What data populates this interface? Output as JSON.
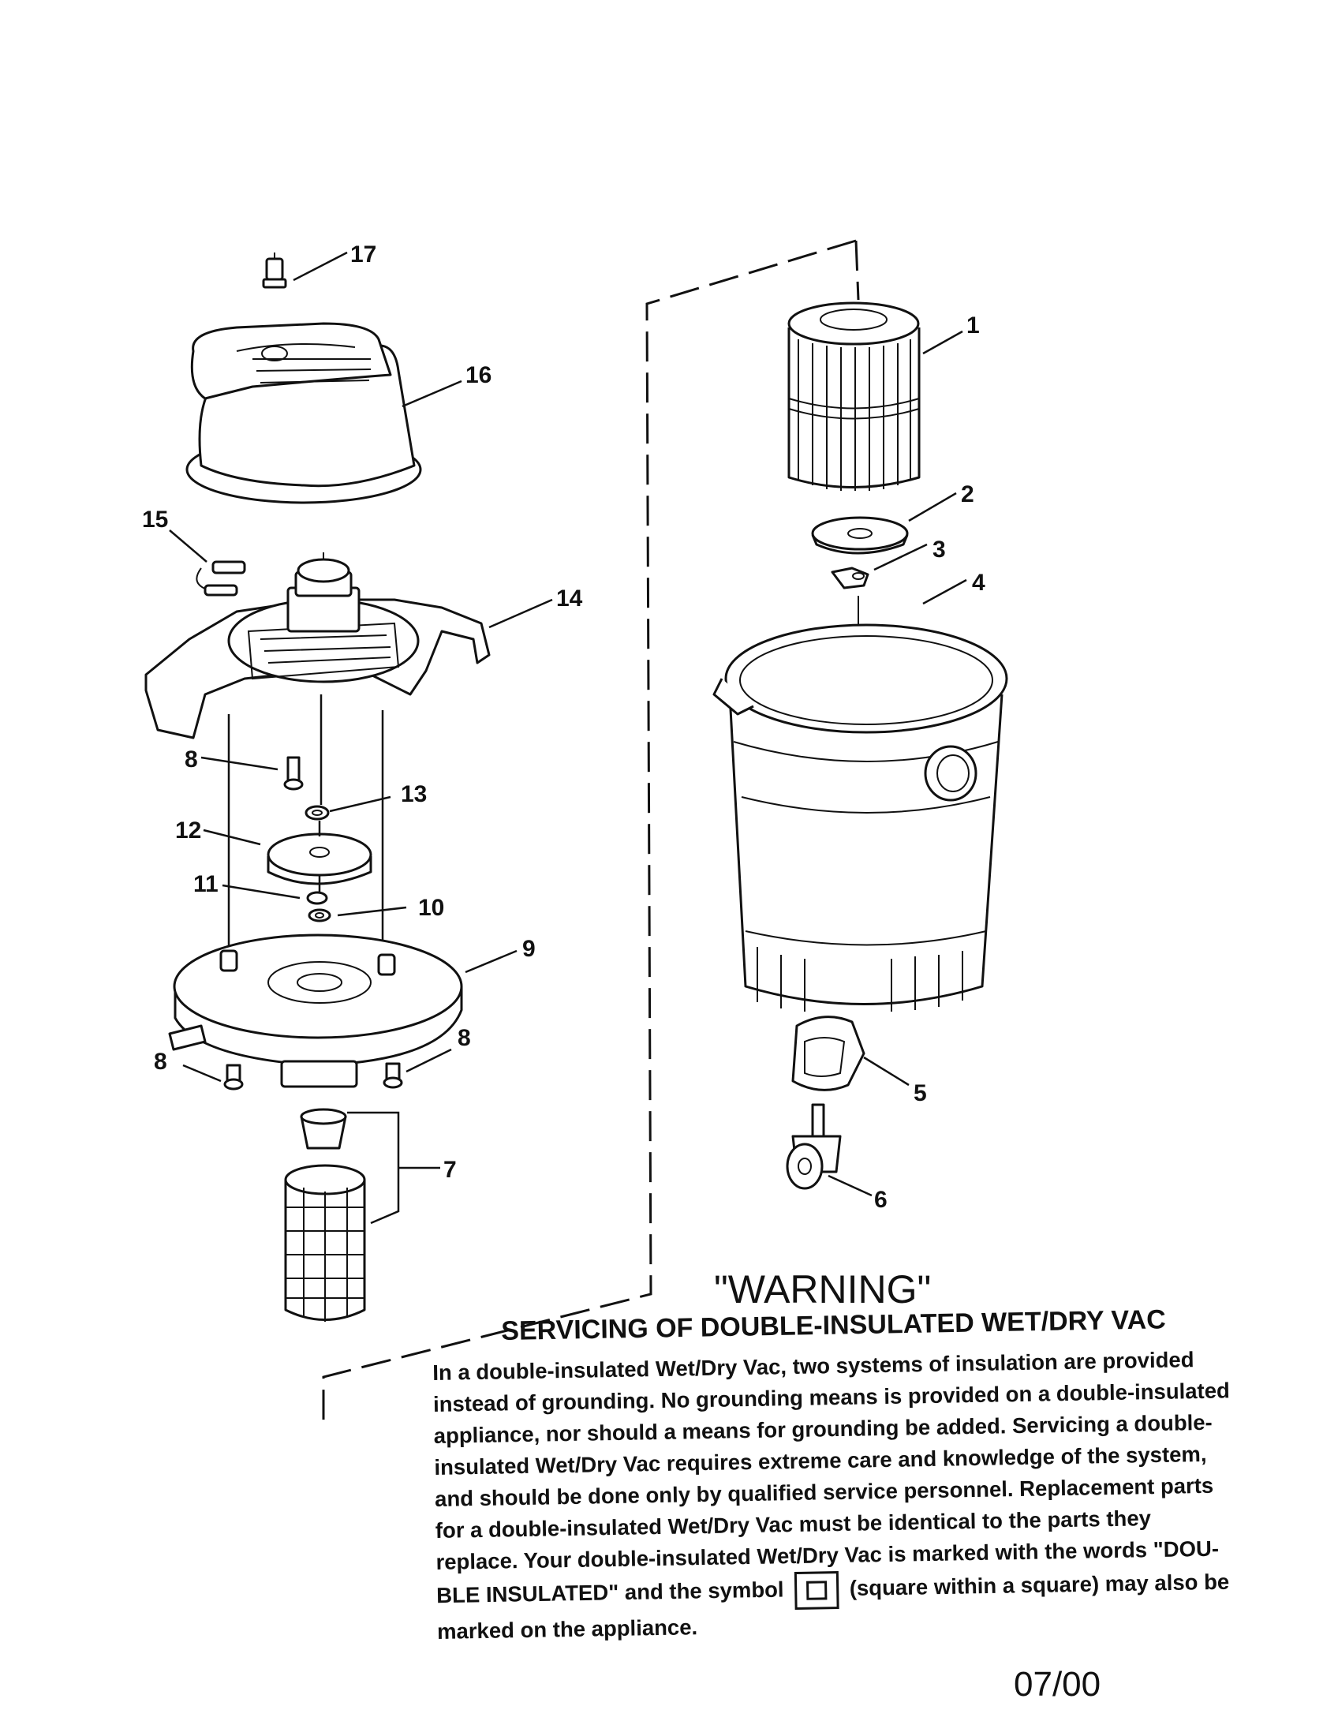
{
  "callouts": {
    "p1": "1",
    "p2": "2",
    "p3": "3",
    "p4": "4",
    "p5": "5",
    "p6": "6",
    "p7": "7",
    "p8a": "8",
    "p8b": "8",
    "p8c": "8",
    "p9": "9",
    "p10": "10",
    "p11": "11",
    "p12": "12",
    "p13": "13",
    "p14": "14",
    "p15": "15",
    "p16": "16",
    "p17": "17"
  },
  "warning": {
    "title": "\"WARNING\"",
    "heading": "SERVICING OF DOUBLE-INSULATED WET/DRY VAC",
    "lines": [
      "In a double-insulated Wet/Dry Vac, two systems of insulation are provided",
      "instead of grounding. No grounding means is provided on a double-insulated",
      "appliance, nor should a means for grounding be added. Servicing a double-",
      "insulated Wet/Dry Vac requires extreme care and knowledge of the system,",
      "and should be done only by qualified service personnel. Replacement parts",
      "for a double-insulated Wet/Dry Vac must be identical to the parts they",
      "replace. Your double-insulated Wet/Dry Vac is marked with the words \"DOU-"
    ],
    "line8_before": "BLE INSULATED\" and the symbol",
    "line8_after": "(square within a square) may also be",
    "line9": "marked on the appliance."
  },
  "date_code": "07/00"
}
